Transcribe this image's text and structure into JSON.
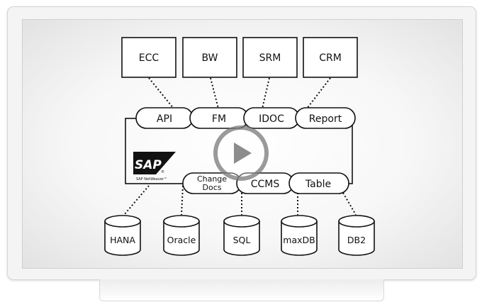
{
  "systems": [
    {
      "label": "ECC"
    },
    {
      "label": "BW"
    },
    {
      "label": "SRM"
    },
    {
      "label": "CRM"
    }
  ],
  "top_interfaces": [
    {
      "label": "API"
    },
    {
      "label": "FM"
    },
    {
      "label": "IDOC"
    },
    {
      "label": "Report"
    }
  ],
  "bottom_interfaces": [
    {
      "line1": "Change",
      "line2": "Docs"
    },
    {
      "label": "CCMS"
    },
    {
      "label": "Table"
    }
  ],
  "databases": [
    {
      "label": "HANA"
    },
    {
      "label": "Oracle"
    },
    {
      "label": "SQL"
    },
    {
      "label": "maxDB"
    },
    {
      "label": "DB2"
    }
  ],
  "sap": {
    "logo_text": "SAP",
    "registered": "®",
    "subtitle": "SAP NetWeaver™"
  },
  "video": {
    "play_button": "play-icon"
  }
}
